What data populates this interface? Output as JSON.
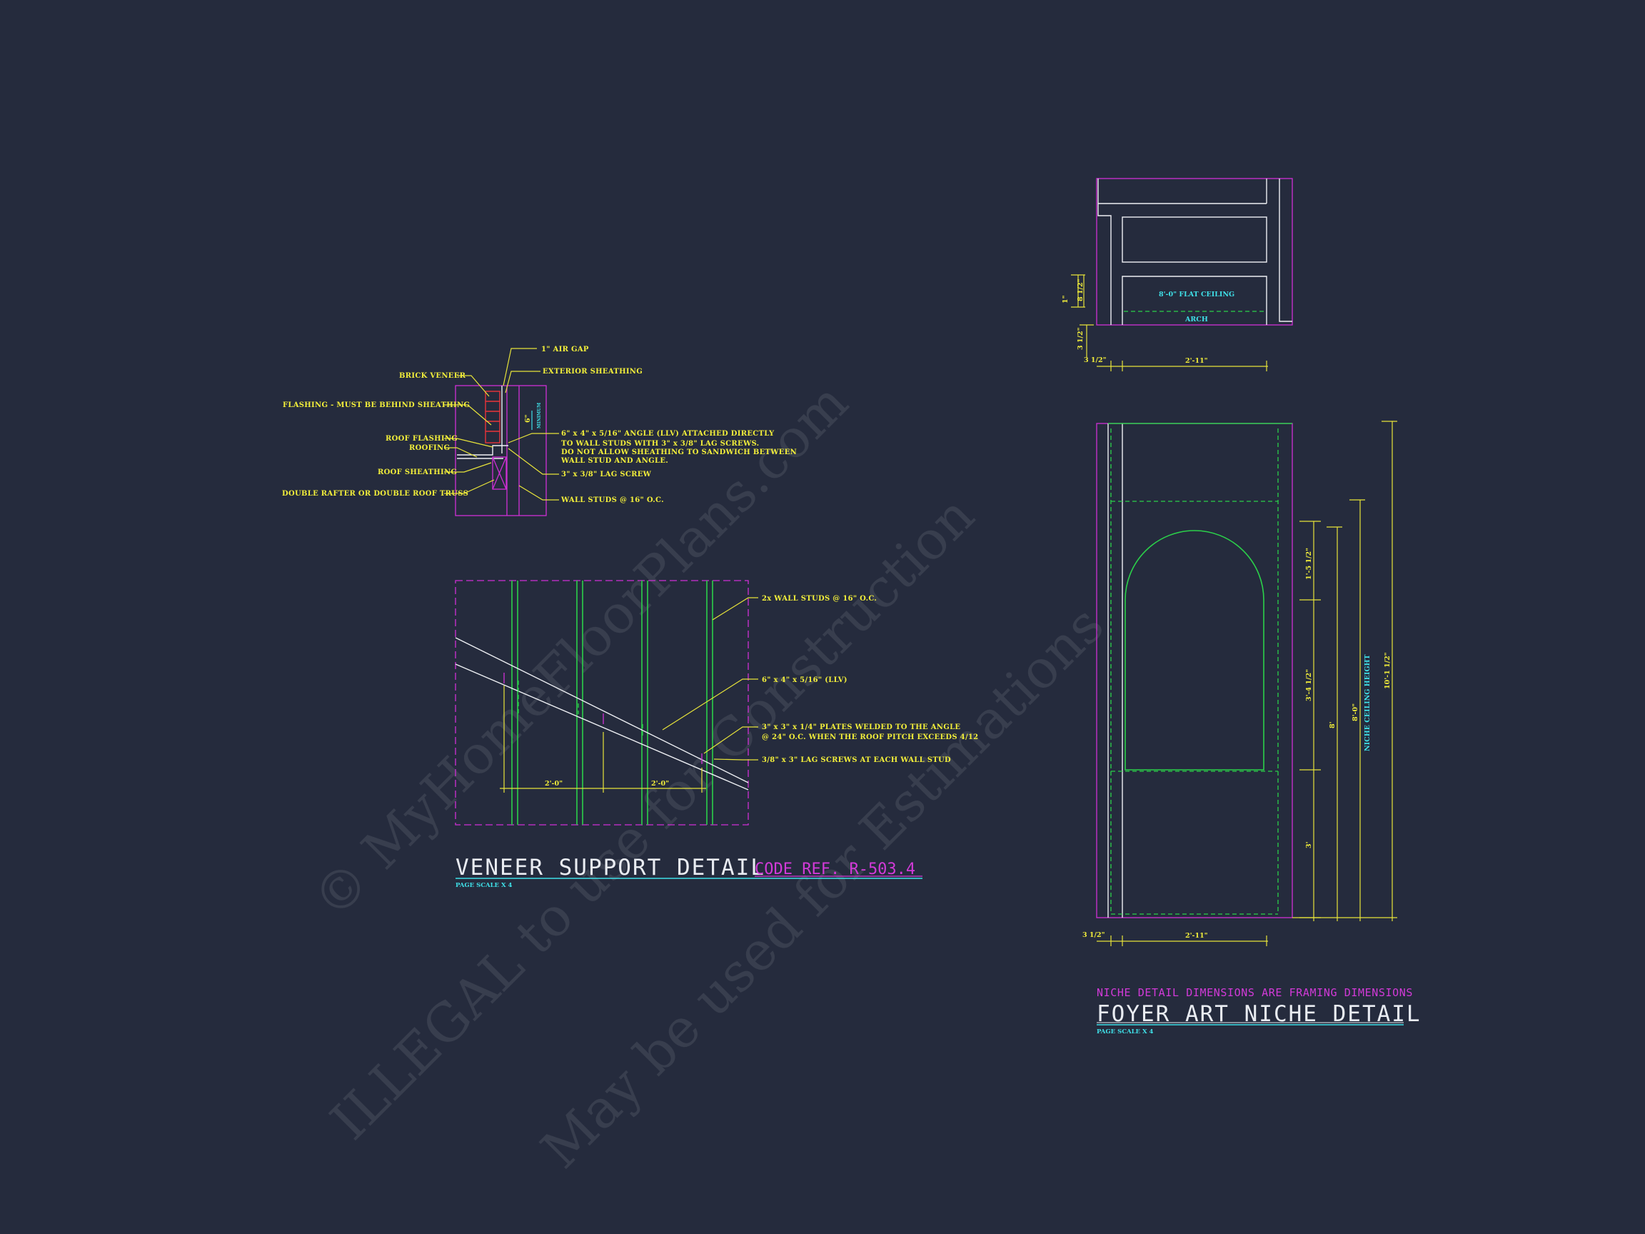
{
  "veneer_section": {
    "labels": {
      "air_gap": "1\" AIR GAP",
      "brick_veneer": "BRICK VENEER",
      "exterior_sheathing": "EXTERIOR SHEATHING",
      "flashing": "FLASHING - MUST BE BEHIND SHEATHING",
      "roof_flashing": "ROOF FLASHING",
      "roofing": "ROOFING",
      "angle_note_1": "6\" x 4\" x 5/16\" ANGLE (LLV) ATTACHED DIRECTLY",
      "angle_note_2": "TO WALL STUDS WITH 3\" x 3/8\" LAG SCREWS.",
      "angle_note_3": "DO NOT ALLOW SHEATHING TO SANDWICH BETWEEN",
      "angle_note_4": "WALL STUD AND ANGLE.",
      "lag_screw": "3\" x 3/8\" LAG SCREW",
      "roof_sheathing": "ROOF SHEATHING",
      "rafter": "DOUBLE RAFTER OR DOUBLE ROOF TRUSS",
      "wall_studs": "WALL STUDS @ 16\" O.C.",
      "small_dim": "6\"",
      "small_dim_cy": "MINIMUM"
    }
  },
  "veneer_elevation": {
    "labels": {
      "studs": "2x WALL STUDS @ 16\" O.C.",
      "angle": "6\" x 4\" x 5/16\" (LLV)",
      "plates_1": "3\" x 3\" x 1/4\" PLATES WELDED TO THE ANGLE",
      "plates_2": "@ 24\" O.C. WHEN THE ROOF PITCH EXCEEDS 4/12",
      "lag": "3/8\" x 3\" LAG SCREWS AT EACH WALL STUD",
      "dim_a": "2'-0\"",
      "dim_b": "2'-0\""
    },
    "title": "VENEER SUPPORT DETAIL",
    "code_ref": "CODE REF. R-503.4",
    "scale": "PAGE SCALE X 4"
  },
  "niche_plan": {
    "labels": {
      "flat_ceiling": "8'-0\" FLAT CEILING",
      "arch": "ARCH",
      "dim_1": "1\"",
      "dim_8half": "8 1/2\"",
      "dim_3half_v": "3 1/2\"",
      "dim_3half_h": "3 1/2\"",
      "dim_width": "2'-11\""
    }
  },
  "niche_elevation": {
    "labels": {
      "dim_arch": "1'-5 1/2\"",
      "dim_mid": "3'-4 1/2\"",
      "dim_base": "3'",
      "dim_8": "8'",
      "dim_8_0": "8'-0\"",
      "ceiling_height": "NICHE CEILING HEIGHT",
      "dim_total": "10'-1 1/2\"",
      "dim_3half": "3 1/2\"",
      "dim_width": "2'-11\""
    },
    "note": "NICHE DETAIL DIMENSIONS ARE FRAMING DIMENSIONS",
    "title": "FOYER ART NICHE DETAIL",
    "scale": "PAGE SCALE X 4"
  },
  "watermark": {
    "line1": "© MyHomeFloorPlans.com",
    "line2": "ILLEGAL to use for Construction",
    "line3": "May be used for Estimations"
  },
  "colors": {
    "background": "#252b3d",
    "annotation": "#f2ee3a",
    "framing": "#2bd04a",
    "boundary": "#cf2fd6",
    "dimension_text_alt": "#3fe0e8"
  }
}
